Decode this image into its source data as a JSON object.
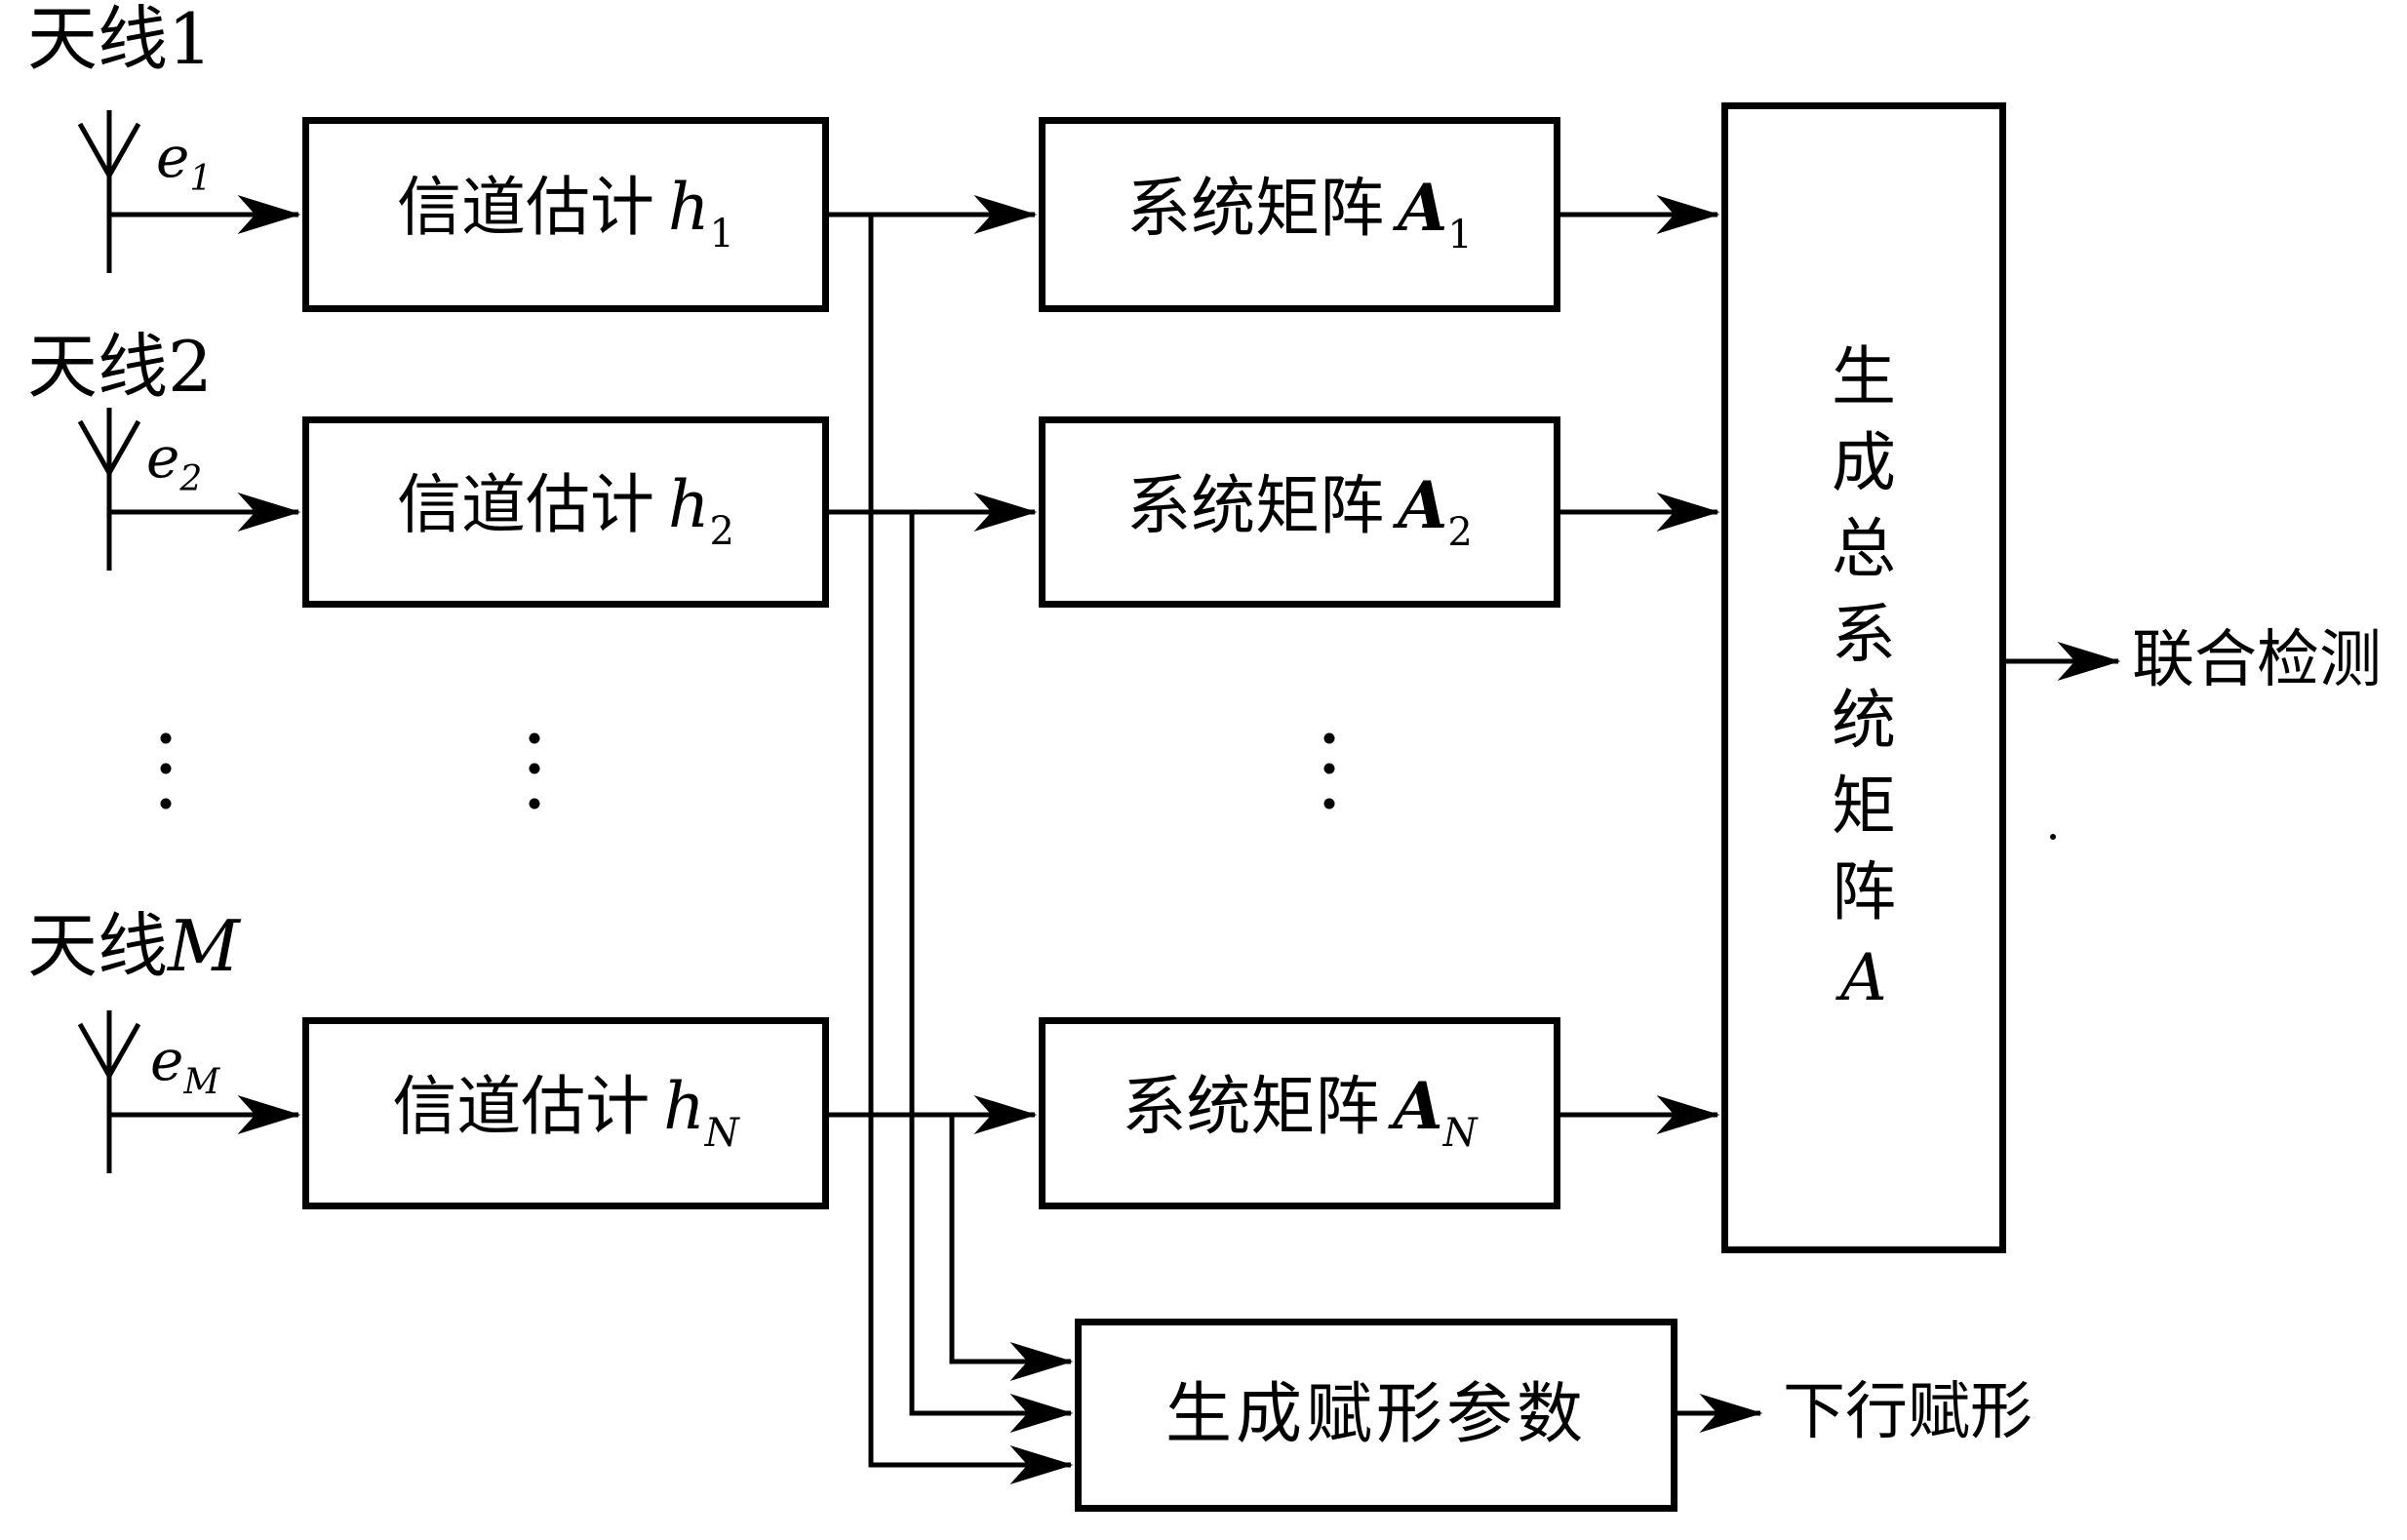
{
  "diagram": {
    "title_semantics": "antenna array channel-estimation / joint-detection block diagram",
    "background_color": "#ffffff",
    "line_color": "#000000",
    "rows": [
      {
        "antenna_cjk": "天线",
        "antenna_suffix": "1",
        "antenna_suffix_italic": "",
        "signal_var": "e",
        "signal_sub": "1",
        "signal_sub_italic": "",
        "channel_cjk": "信道估计",
        "channel_var": "h",
        "channel_sub": "1",
        "channel_sub_italic": "",
        "matrix_cjk": "系统矩阵",
        "matrix_var": "A",
        "matrix_sub": "1",
        "matrix_sub_italic": ""
      },
      {
        "antenna_cjk": "天线",
        "antenna_suffix": "2",
        "antenna_suffix_italic": "",
        "signal_var": "e",
        "signal_sub": "2",
        "signal_sub_italic": "",
        "channel_cjk": "信道估计",
        "channel_var": "h",
        "channel_sub": "2",
        "channel_sub_italic": "",
        "matrix_cjk": "系统矩阵",
        "matrix_var": "A",
        "matrix_sub": "2",
        "matrix_sub_italic": ""
      },
      {
        "antenna_cjk": "天线",
        "antenna_suffix": "",
        "antenna_suffix_italic": "M",
        "signal_var": "e",
        "signal_sub": "",
        "signal_sub_italic": "M",
        "channel_cjk": "信道估计",
        "channel_var": "h",
        "channel_sub": "",
        "channel_sub_italic": "N",
        "matrix_cjk": "系统矩阵",
        "matrix_var": "A",
        "matrix_sub": "",
        "matrix_sub_italic": "N"
      }
    ],
    "total_box": {
      "chars": [
        "生",
        "成",
        "总",
        "系",
        "统",
        "矩",
        "阵"
      ],
      "var": "A"
    },
    "beamform_box": {
      "label": "生成赋形参数"
    },
    "outputs": {
      "joint_detection": "联合检测",
      "downlink_beamforming": "下行赋形"
    }
  }
}
